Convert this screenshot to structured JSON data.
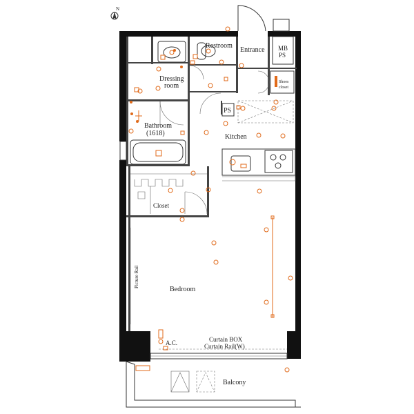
{
  "compass": {
    "letter": "N"
  },
  "rooms": {
    "restroom": "Restroom",
    "entrance": "Entrance",
    "mb_ps_1": "MB",
    "mb_ps_2": "PS",
    "dressing_1": "Dressing",
    "dressing_2": "room",
    "shoes_1": "Shoes",
    "shoes_2": "closet",
    "ps": "PS",
    "bathroom_1": "Bathroom",
    "bathroom_2": "(1618)",
    "kitchen": "Kitchen",
    "closet": "Closet",
    "bedroom": "Bedroom",
    "picture_rail": "Picture Rail",
    "ac": "A.C.",
    "curtain_box": "Curtain BOX",
    "curtain_rail": "Curtain Rail(W)",
    "balcony": "Balcony"
  },
  "colors": {
    "wall": "#111111",
    "fixture": "#e06a1a",
    "line": "#333333"
  }
}
